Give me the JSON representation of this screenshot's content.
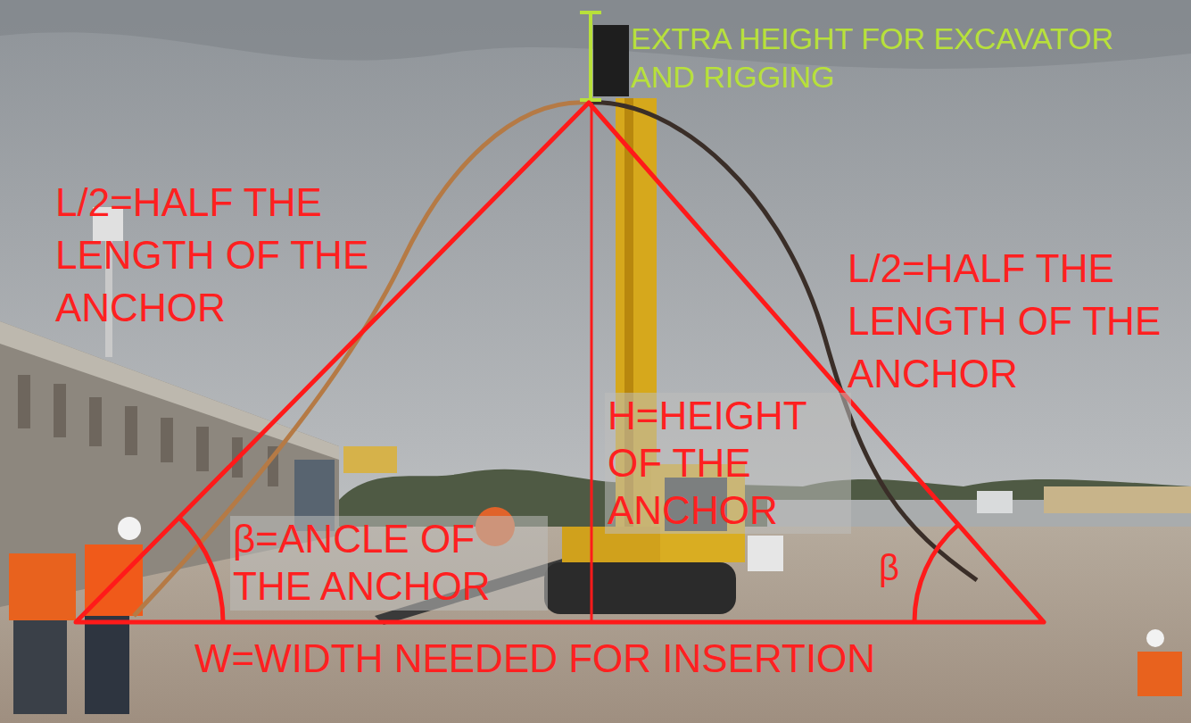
{
  "diagram": {
    "labels": [
      "EXTRA HEIGHT FOR EXCAVATOR AND RIGGING",
      "L/2=HALF THE LENGTH OF THE ANCHOR",
      "L/2=HALF THE LENGTH OF THE ANCHOR",
      "H=HEIGHT OF THE ANCHOR",
      "β=ANCLE OF THE ANCHOR",
      "β",
      "W=WIDTH NEEDED FOR INSERTION"
    ]
  }
}
